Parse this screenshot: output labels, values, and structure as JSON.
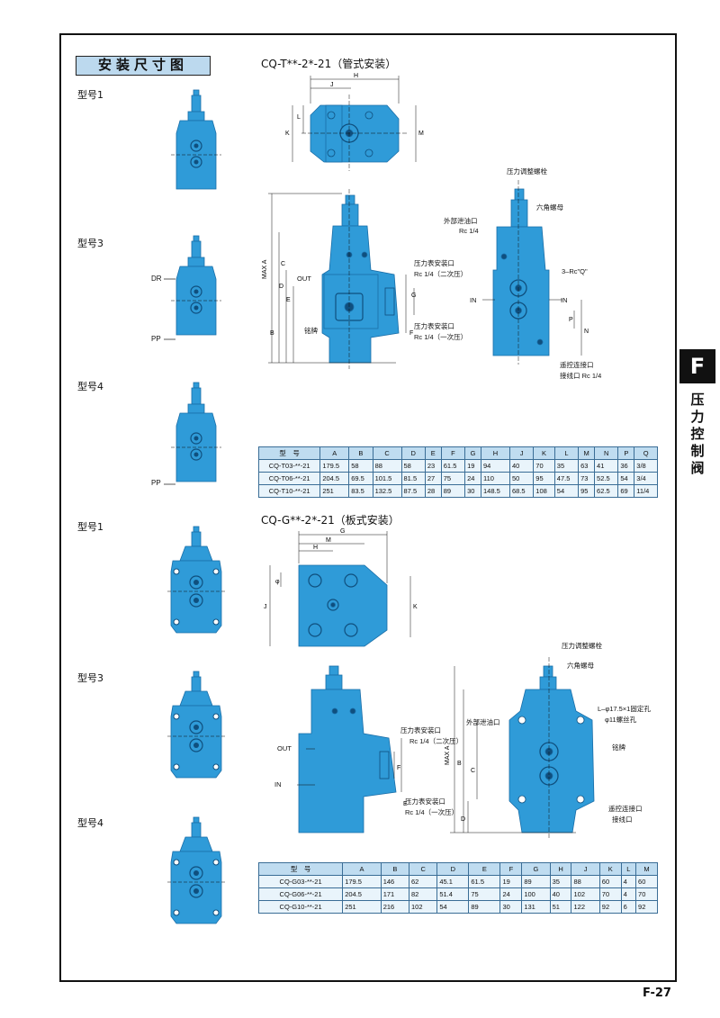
{
  "header": {
    "title": "安装尺寸图"
  },
  "models_left": [
    "型号1",
    "型号3",
    "型号4",
    "型号1",
    "型号3",
    "型号4"
  ],
  "port_labels": {
    "dr": "DR",
    "pp1": "PP",
    "pp2": "PP",
    "out": "OUT",
    "in": "IN"
  },
  "section_t": {
    "title": "CQ-T**-2*-21（管式安装）",
    "annotations": {
      "adj_screw": "压力调整螺栓",
      "hex_nut": "六角螺母",
      "ext_drain": "外部泄油口",
      "ext_drain_size": "Rc 1/4",
      "gauge2": "压力表安装口",
      "gauge2_size": "Rc 1/4（二次压）",
      "gauge1": "压力表安装口",
      "gauge1_size": "Rc 1/4（一次压）",
      "rc_q": "3–Rc\"Q\"",
      "nameplate": "铭牌",
      "remote": "遥控连接口",
      "remote_size": "接线口 Rc 1/4",
      "in": "IN",
      "out": "OUT"
    },
    "table": {
      "headers": [
        "型　号",
        "A",
        "B",
        "C",
        "D",
        "E",
        "F",
        "G",
        "H",
        "J",
        "K",
        "L",
        "M",
        "N",
        "P",
        "Q"
      ],
      "rows": [
        [
          "CQ-T03-**-21",
          "179.5",
          "58",
          "88",
          "58",
          "23",
          "61.5",
          "19",
          "94",
          "40",
          "70",
          "35",
          "63",
          "41",
          "36",
          "3/8"
        ],
        [
          "CQ-T06-**-21",
          "204.5",
          "69.5",
          "101.5",
          "81.5",
          "27",
          "75",
          "24",
          "110",
          "50",
          "95",
          "47.5",
          "73",
          "52.5",
          "54",
          "3/4"
        ],
        [
          "CQ-T10-**-21",
          "251",
          "83.5",
          "132.5",
          "87.5",
          "28",
          "89",
          "30",
          "148.5",
          "68.5",
          "108",
          "54",
          "95",
          "62.5",
          "69",
          "11/4"
        ]
      ]
    }
  },
  "section_g": {
    "title": "CQ-G**-2*-21（板式安装）",
    "annotations": {
      "adj_screw": "压力调整螺栓",
      "hex_nut": "六角螺母",
      "ext_drain": "外部泄油口",
      "fix_hole": "L–φ17.5×1固定孔",
      "thread_hole": "φ11螺丝孔",
      "nameplate": "铭牌",
      "gauge2": "压力表安装口",
      "gauge2_size": "Rc 1/4（二次压）",
      "gauge1": "压力表安装口",
      "gauge1_size": "Rc 1/4（一次压）",
      "remote": "遥控连接口",
      "remote_size": "接线口",
      "out": "OUT",
      "in": "IN"
    },
    "table": {
      "headers": [
        "型　号",
        "A",
        "B",
        "C",
        "D",
        "E",
        "F",
        "G",
        "H",
        "J",
        "K",
        "L",
        "M"
      ],
      "rows": [
        [
          "CQ-G03-**-21",
          "179.5",
          "146",
          "62",
          "45.1",
          "61.5",
          "19",
          "89",
          "35",
          "88",
          "60",
          "4",
          "60"
        ],
        [
          "CQ-G06-**-21",
          "204.5",
          "171",
          "82",
          "51.4",
          "75",
          "24",
          "100",
          "40",
          "102",
          "70",
          "4",
          "70"
        ],
        [
          "CQ-G10-**-21",
          "251",
          "216",
          "102",
          "54",
          "89",
          "30",
          "131",
          "51",
          "122",
          "92",
          "6",
          "92"
        ]
      ]
    }
  },
  "side_tab": {
    "letter": "F",
    "text": "压力控制阀"
  },
  "footer": {
    "page": "F-27"
  },
  "colors": {
    "valve": "#2f9bd8",
    "valve_dark": "#1a6ea8",
    "table_header": "#bfdcf0",
    "table_cell": "#e9f4fb",
    "title_box": "#bcd9ee"
  }
}
